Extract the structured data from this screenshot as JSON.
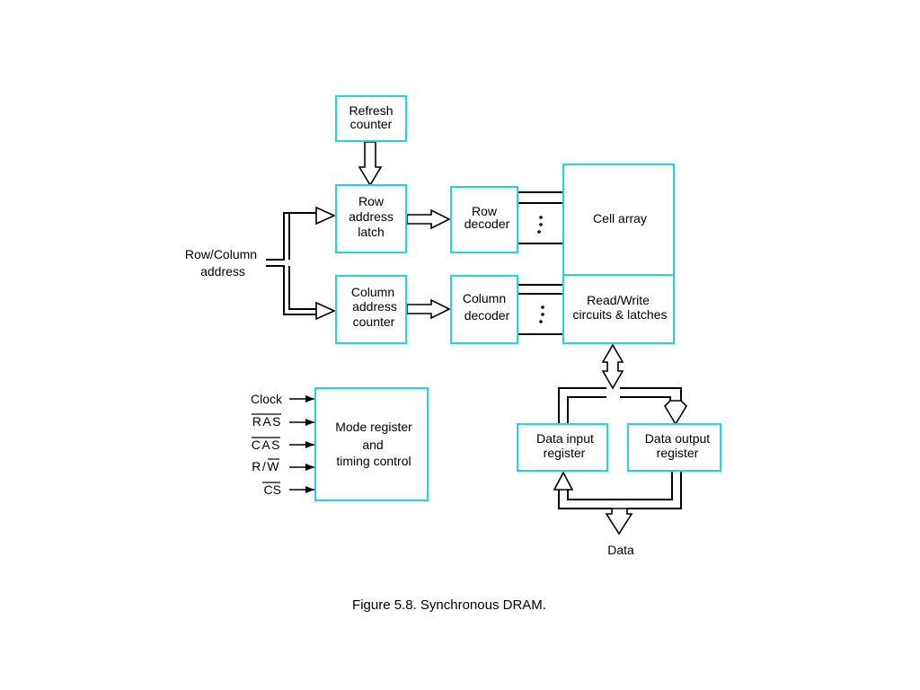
{
  "blocks": {
    "refresh_counter": [
      "Refresh",
      "counter"
    ],
    "row_address_latch": [
      "Row",
      "address",
      "latch"
    ],
    "row_decoder": [
      "Row",
      "decoder"
    ],
    "cell_array": [
      "Cell array"
    ],
    "column_address_counter": [
      "Column",
      "address",
      "counter"
    ],
    "column_decoder": [
      "Column",
      "decoder"
    ],
    "read_write": [
      "Read/Write",
      "circuits & latches"
    ],
    "mode_register": [
      "Mode register",
      "and",
      "timing control"
    ],
    "data_input_register": [
      "Data input",
      "register"
    ],
    "data_output_register": [
      "Data output",
      "register"
    ]
  },
  "inputs": {
    "row_column_address": [
      "Row/Column",
      "address"
    ],
    "control_signals": [
      {
        "text": "Clock",
        "overbar": false
      },
      {
        "text": "RAS",
        "overbar": true
      },
      {
        "text": "CAS",
        "overbar": true
      },
      {
        "text": "R/W",
        "overbar": false
      },
      {
        "text": "CS",
        "overbar": true
      }
    ],
    "data": "Data"
  },
  "caption": "Figure 5.8. Synchronous DRAM."
}
